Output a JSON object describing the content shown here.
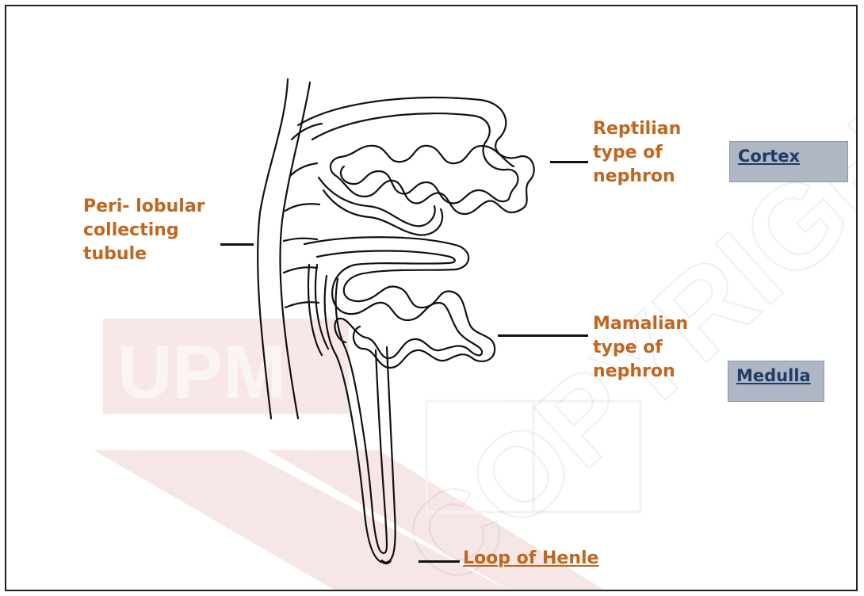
{
  "labels": {
    "reptilian": [
      "Reptilian",
      "type of",
      "nephron"
    ],
    "mammalian": [
      "Mamalian",
      "type of",
      "nephron"
    ],
    "collecting": [
      "Peri- lobular",
      "collecting",
      "tubule"
    ],
    "loop": "Loop of Henle"
  },
  "regions": {
    "cortex": "Cortex",
    "medulla": "Medulla"
  },
  "watermark": {
    "logo_text": "UPM",
    "overlay_text": "COPYRIGHT UPM"
  },
  "colors": {
    "label": "#c0661f",
    "region_box": "#aeb7c3",
    "region_text": "#1f3b66",
    "watermark_red": "#c23b3b"
  }
}
